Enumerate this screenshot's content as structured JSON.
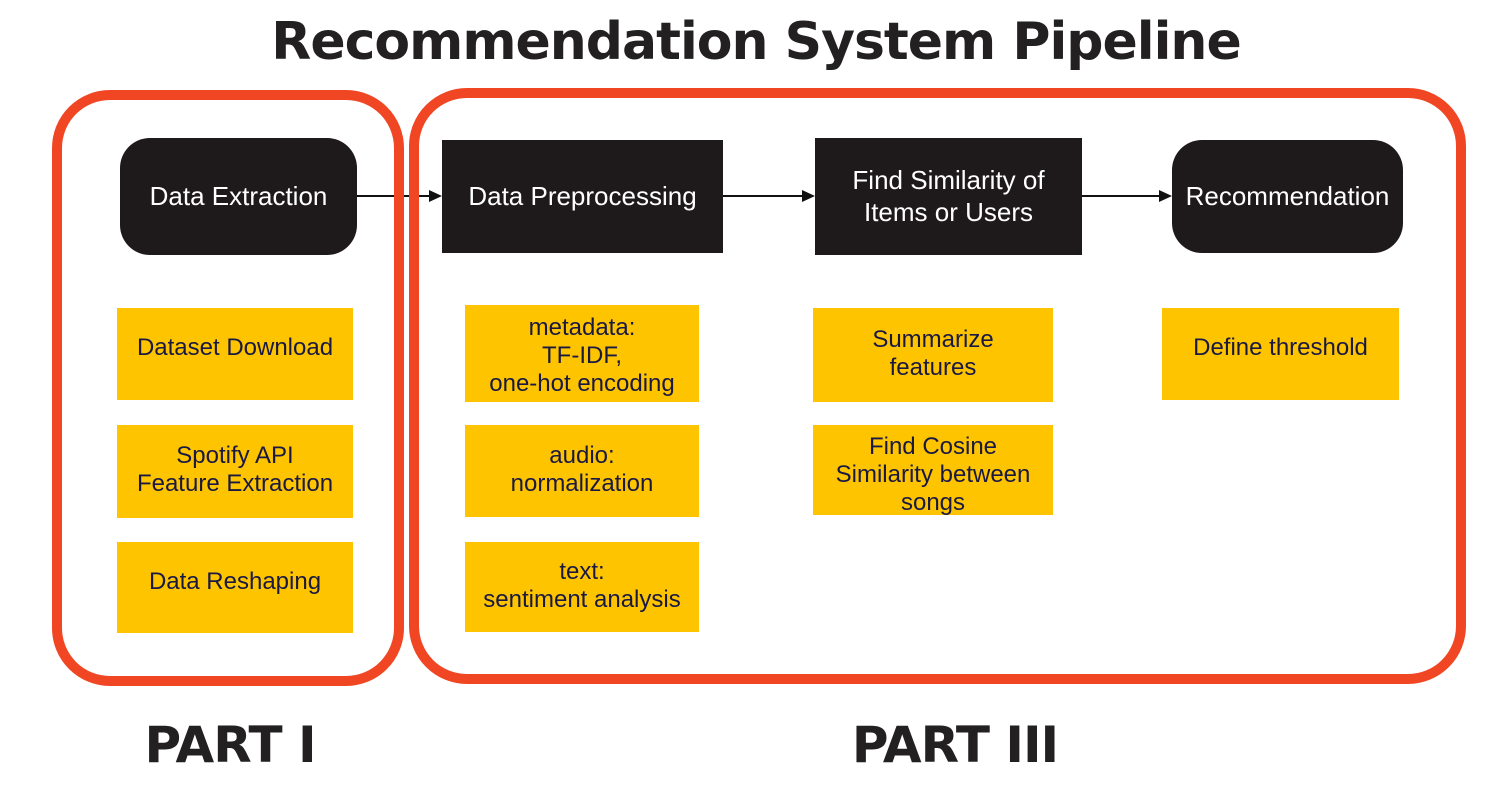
{
  "title": "Recommendation System Pipeline",
  "colors": {
    "outline_red": "#F04623",
    "stage_black": "#1E1A1B",
    "task_yellow": "#FFC400",
    "task_text": "#191943",
    "ink": "#232021"
  },
  "stages": [
    {
      "label": "Data Extraction"
    },
    {
      "label": "Data Preprocessing"
    },
    {
      "label": [
        "Find Similarity of",
        "Items or Users"
      ]
    },
    {
      "label": "Recommendation"
    }
  ],
  "tasks": {
    "extraction": [
      {
        "label": "Dataset Download"
      },
      {
        "label": [
          "Spotify API",
          "Feature Extraction"
        ]
      },
      {
        "label": "Data Reshaping"
      }
    ],
    "preprocessing": [
      {
        "label": [
          "metadata:",
          "TF-IDF,",
          "one-hot encoding"
        ]
      },
      {
        "label": [
          "audio:",
          "normalization"
        ]
      },
      {
        "label": [
          "text:",
          "sentiment analysis"
        ]
      }
    ],
    "similarity": [
      {
        "label": [
          "Summarize",
          "features"
        ]
      },
      {
        "label": [
          "Find Cosine",
          "Similarity between",
          "songs"
        ]
      }
    ],
    "recommendation": [
      {
        "label": "Define threshold"
      }
    ]
  },
  "parts": {
    "part1": "PART I",
    "part3": "PART III"
  }
}
